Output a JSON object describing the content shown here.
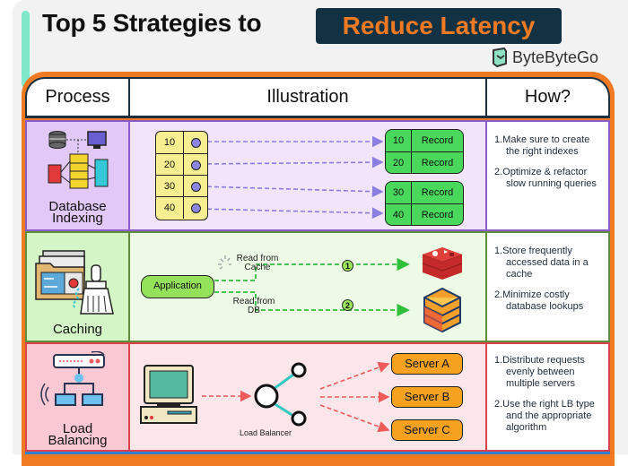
{
  "header": {
    "title_prefix": "Top 5 Strategies to",
    "title_highlight": "Reduce Latency",
    "brand": "ByteByteGo",
    "brand_icon": "bytebytego-logo-icon",
    "colors": {
      "highlight_bg": "#123143",
      "highlight_text": "#f07a22",
      "accent_bar": "#7ee8c9"
    }
  },
  "table": {
    "columns": [
      "Process",
      "Illustration",
      "How?"
    ],
    "rows": [
      {
        "process": "Database Indexing",
        "process_lines": [
          "Database",
          "Indexing"
        ],
        "icon": "database-indexing-icon",
        "color": "#8a5cc7",
        "illustration": {
          "index_keys": [
            "10",
            "20",
            "30",
            "40"
          ],
          "record_groups": [
            [
              {
                "key": "10",
                "value": "Record"
              },
              {
                "key": "20",
                "value": "Record"
              }
            ],
            [
              {
                "key": "30",
                "value": "Record"
              },
              {
                "key": "40",
                "value": "Record"
              }
            ]
          ]
        },
        "how": [
          "1.Make sure to create the right indexes",
          "2.Optimize & refactor slow running queries"
        ]
      },
      {
        "process": "Caching",
        "process_lines": [
          "Caching"
        ],
        "icon": "caching-folder-brush-icon",
        "color": "#5f8c3d",
        "illustration": {
          "app_label": "Application",
          "path1_label": [
            "Read from",
            "Cache"
          ],
          "path2_label": [
            "Read from",
            "DB"
          ],
          "step1": "1",
          "step2": "2",
          "cache_icon": "redis-icon",
          "db_icon": "database-stack-icon"
        },
        "how": [
          "1.Store frequently accessed data in a cache",
          "2.Minimize costly database lookups"
        ]
      },
      {
        "process": "Load Balancing",
        "process_lines": [
          "Load",
          "Balancing"
        ],
        "icon": "network-router-icon",
        "color": "#d9444c",
        "illustration": {
          "client_icon": "desktop-computer-icon",
          "lb_label": "Load Balancer",
          "servers": [
            "Server A",
            "Server B",
            "Server C"
          ]
        },
        "how": [
          "1.Distribute requests evenly between multiple servers",
          "2.Use the right LB type and the appropriate algorithm"
        ]
      }
    ]
  }
}
